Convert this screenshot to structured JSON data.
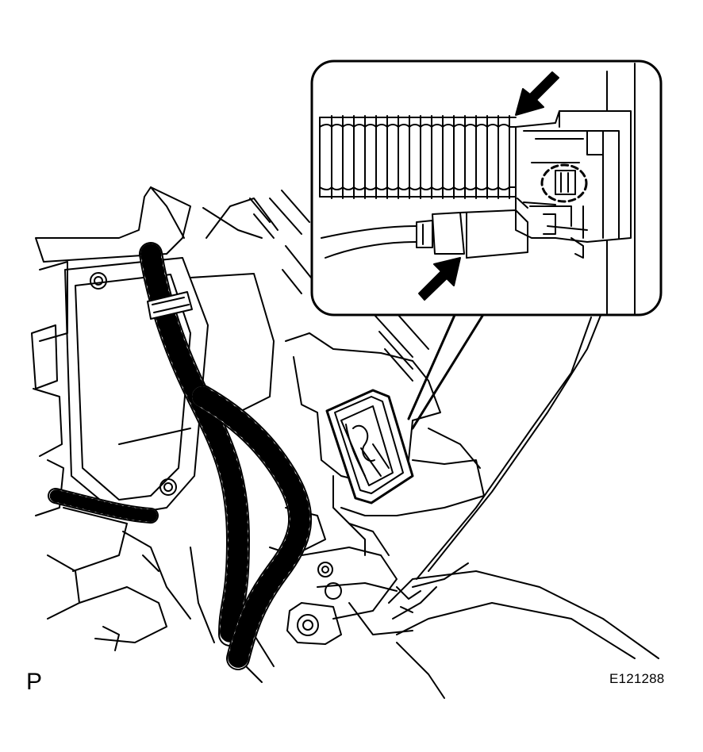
{
  "figure": {
    "position_label": "P",
    "figure_code": "E121288"
  },
  "icons": {
    "arrow_top": "arrow-pointing-down-left",
    "arrow_bottom": "arrow-pointing-up-right",
    "lock_highlight": "dashed-circle"
  },
  "colors": {
    "ink": "#000000",
    "paper": "#ffffff"
  }
}
